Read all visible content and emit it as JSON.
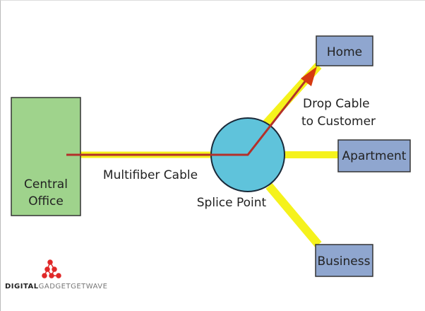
{
  "nodes": {
    "central_office": [
      "Central",
      "Office"
    ],
    "splice_point": "Splice Point",
    "home": "Home",
    "apartment": "Apartment",
    "business": "Business"
  },
  "labels": {
    "multifiber_cable": "Multifiber Cable",
    "drop_cable": [
      "Drop Cable",
      "to Customer"
    ]
  },
  "colors": {
    "central_office": "#9fd38c",
    "customer_box": "#8fa6cf",
    "splice": "#5fc3db",
    "cable": "#f5f21c",
    "signal_path": "#cc3300"
  },
  "watermark": {
    "bold": "DIGITAL",
    "light": "GADGETGETWAVE"
  }
}
